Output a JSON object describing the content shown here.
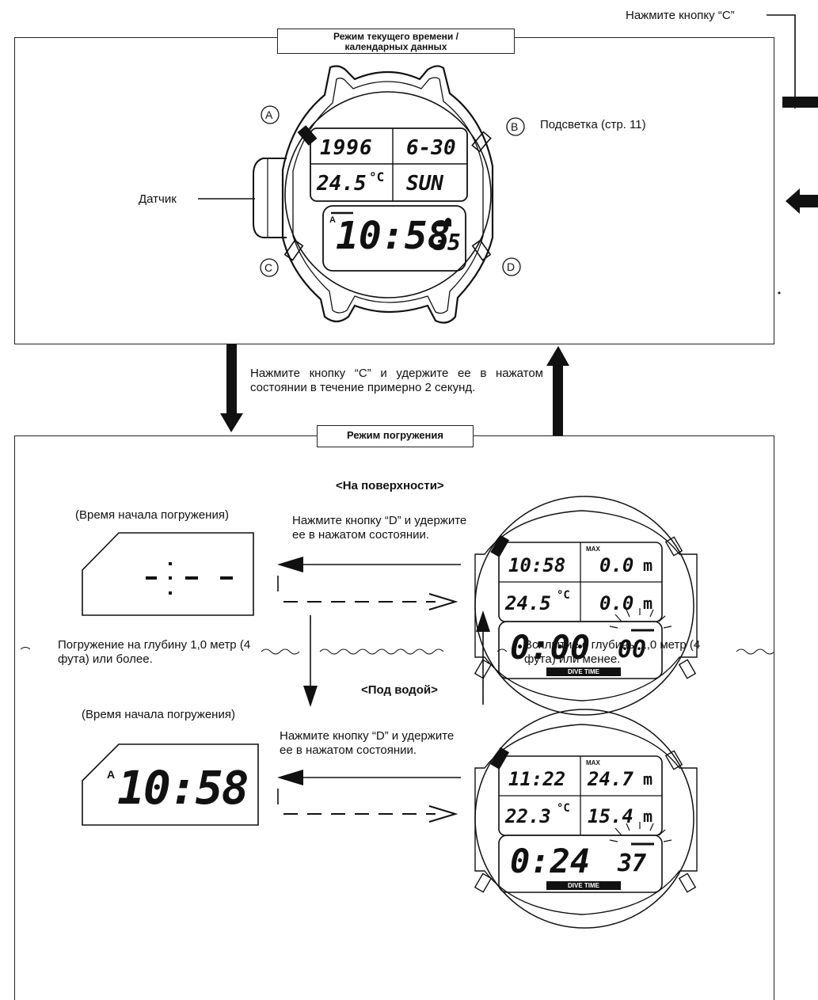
{
  "top_instruction": "Нажмите кнопку “C”",
  "timekeeping_mode": {
    "title_line1": "Режим текущего времени /",
    "title_line2": "календарных данных",
    "label_light": "Подсветка (стр. 11)",
    "label_sensor": "Датчик",
    "buttons": [
      "A",
      "B",
      "C",
      "D"
    ],
    "display": {
      "year": "1996",
      "date": "6-30",
      "temp": "24.5",
      "temp_unit": "°C",
      "weekday": "SUN",
      "time": "10:58",
      "seconds": "35",
      "am_indicator": "A"
    }
  },
  "transition_text": "Нажмите кнопку “C” и удержите ее в нажатом состоянии в течение примерно 2 секунд.",
  "dive_mode": {
    "title": "Режим погружения",
    "surface_heading": "<На поверхности>",
    "underwater_heading": "<Под водой>",
    "dive_start_label_1": "(Время начала погружения)",
    "dive_start_label_2": "(Время начала погружения)",
    "press_d_1": "Нажмите кнопку “D” и удержите ее в нажатом состоянии.",
    "press_d_2": "Нажмите кнопку “D” и удержите ее в нажатом состоянии.",
    "descend_text": "Погружение на глубину 1,0 метр (4 фута) или более.",
    "ascend_text": "Всплытие с глубины 1,0 метр (4 фута) или менее.",
    "surface_small_display": "-:- -",
    "underwater_small_display": "10:58",
    "underwater_small_am": "A",
    "surface_watch": {
      "time": "10:58",
      "max_label": "MAX",
      "max_depth": "0.0",
      "depth_unit": "m",
      "temp": "24.5",
      "temp_unit": "°C",
      "depth": "0.0",
      "dive_time": "0:00",
      "dive_time_sec": "00",
      "dive_time_label": "DIVE TIME"
    },
    "underwater_watch": {
      "time": "11:22",
      "max_label": "MAX",
      "max_depth": "24.7",
      "depth_unit": "m",
      "temp": "22.3",
      "temp_unit": "°C",
      "depth": "15.4",
      "dive_time": "0:24",
      "dive_time_sec": "37",
      "dive_time_label": "DIVE TIME"
    }
  }
}
